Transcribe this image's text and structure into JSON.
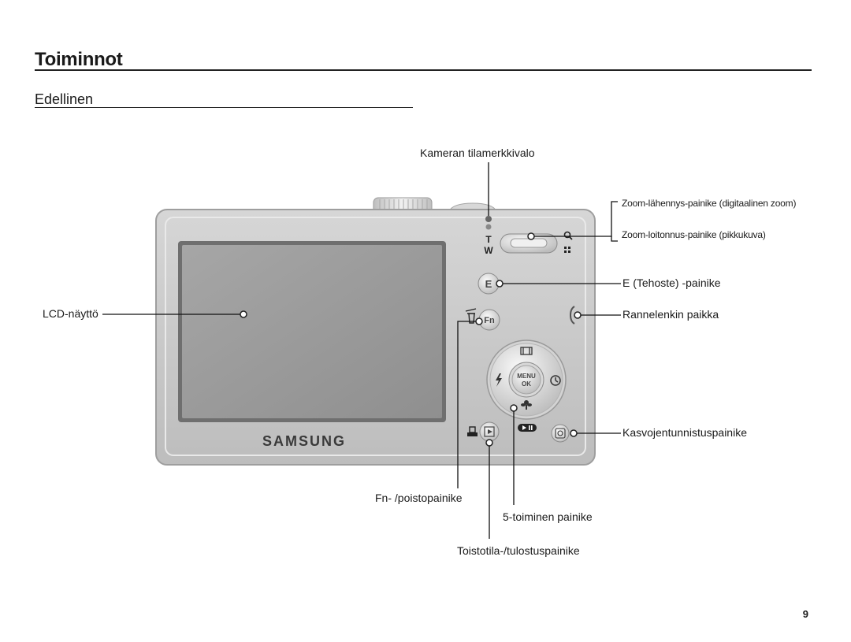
{
  "page": {
    "title": "Toiminnot",
    "subtitle": "Edellinen",
    "page_number": "9"
  },
  "camera": {
    "brand": "SAMSUNG",
    "t_label": "T",
    "w_label": "W",
    "menu_label": "MENU",
    "ok_label": "OK",
    "e_label": "E",
    "fn_label": "Fn"
  },
  "callouts": {
    "status_lamp": "Kameran tilamerkkivalo",
    "zoom_in": "Zoom-lähennys-painike (digitaalinen zoom)",
    "zoom_out": "Zoom-loitonnus-painike (pikkukuva)",
    "e_button": "E (Tehoste) -painike",
    "lcd": "LCD-näyttö",
    "strap": "Rannelenkin paikka",
    "face_detect": "Kasvojentunnistuspainike",
    "fn_delete": "Fn- /poistopainike",
    "five_way": "5-toiminen painike",
    "play_print": "Toistotila-/tulostuspainike"
  }
}
